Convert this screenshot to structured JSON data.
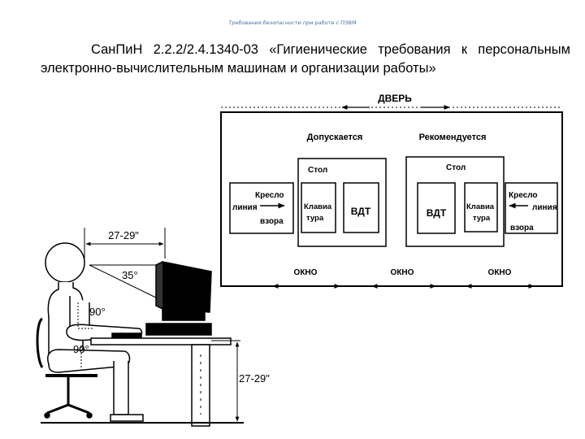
{
  "header": {
    "title": "Требования безопасности при работе с ПЭВМ"
  },
  "body": {
    "paragraph": "СанПиН 2.2.2/2.4.1340-03 «Гигиенические требования к персональным электронно-вычислительным машинам и организации работы»"
  },
  "plan": {
    "door": "ДВЕРЬ",
    "allowed": "Допускается",
    "recommended": "Рекомендуется",
    "table_left": "Стол",
    "table_right": "Стол",
    "chair_left": [
      "Кресло",
      "линия",
      "взора"
    ],
    "keyboard_left": [
      "Клавиа",
      "тура"
    ],
    "monitor_left": "ВДТ",
    "monitor_right": "ВДТ",
    "keyboard_right": [
      "Клавиа",
      "тура"
    ],
    "chair_right": [
      "Кресло",
      "линия",
      "взора"
    ],
    "window_1": "ОКНО",
    "window_2": "ОКНО",
    "window_3": "ОКНО"
  },
  "posture": {
    "distance": "27-29\"",
    "angle_view": "35°",
    "angle_elbow": "90°",
    "angle_knee": "90°",
    "height": "27-29\""
  }
}
